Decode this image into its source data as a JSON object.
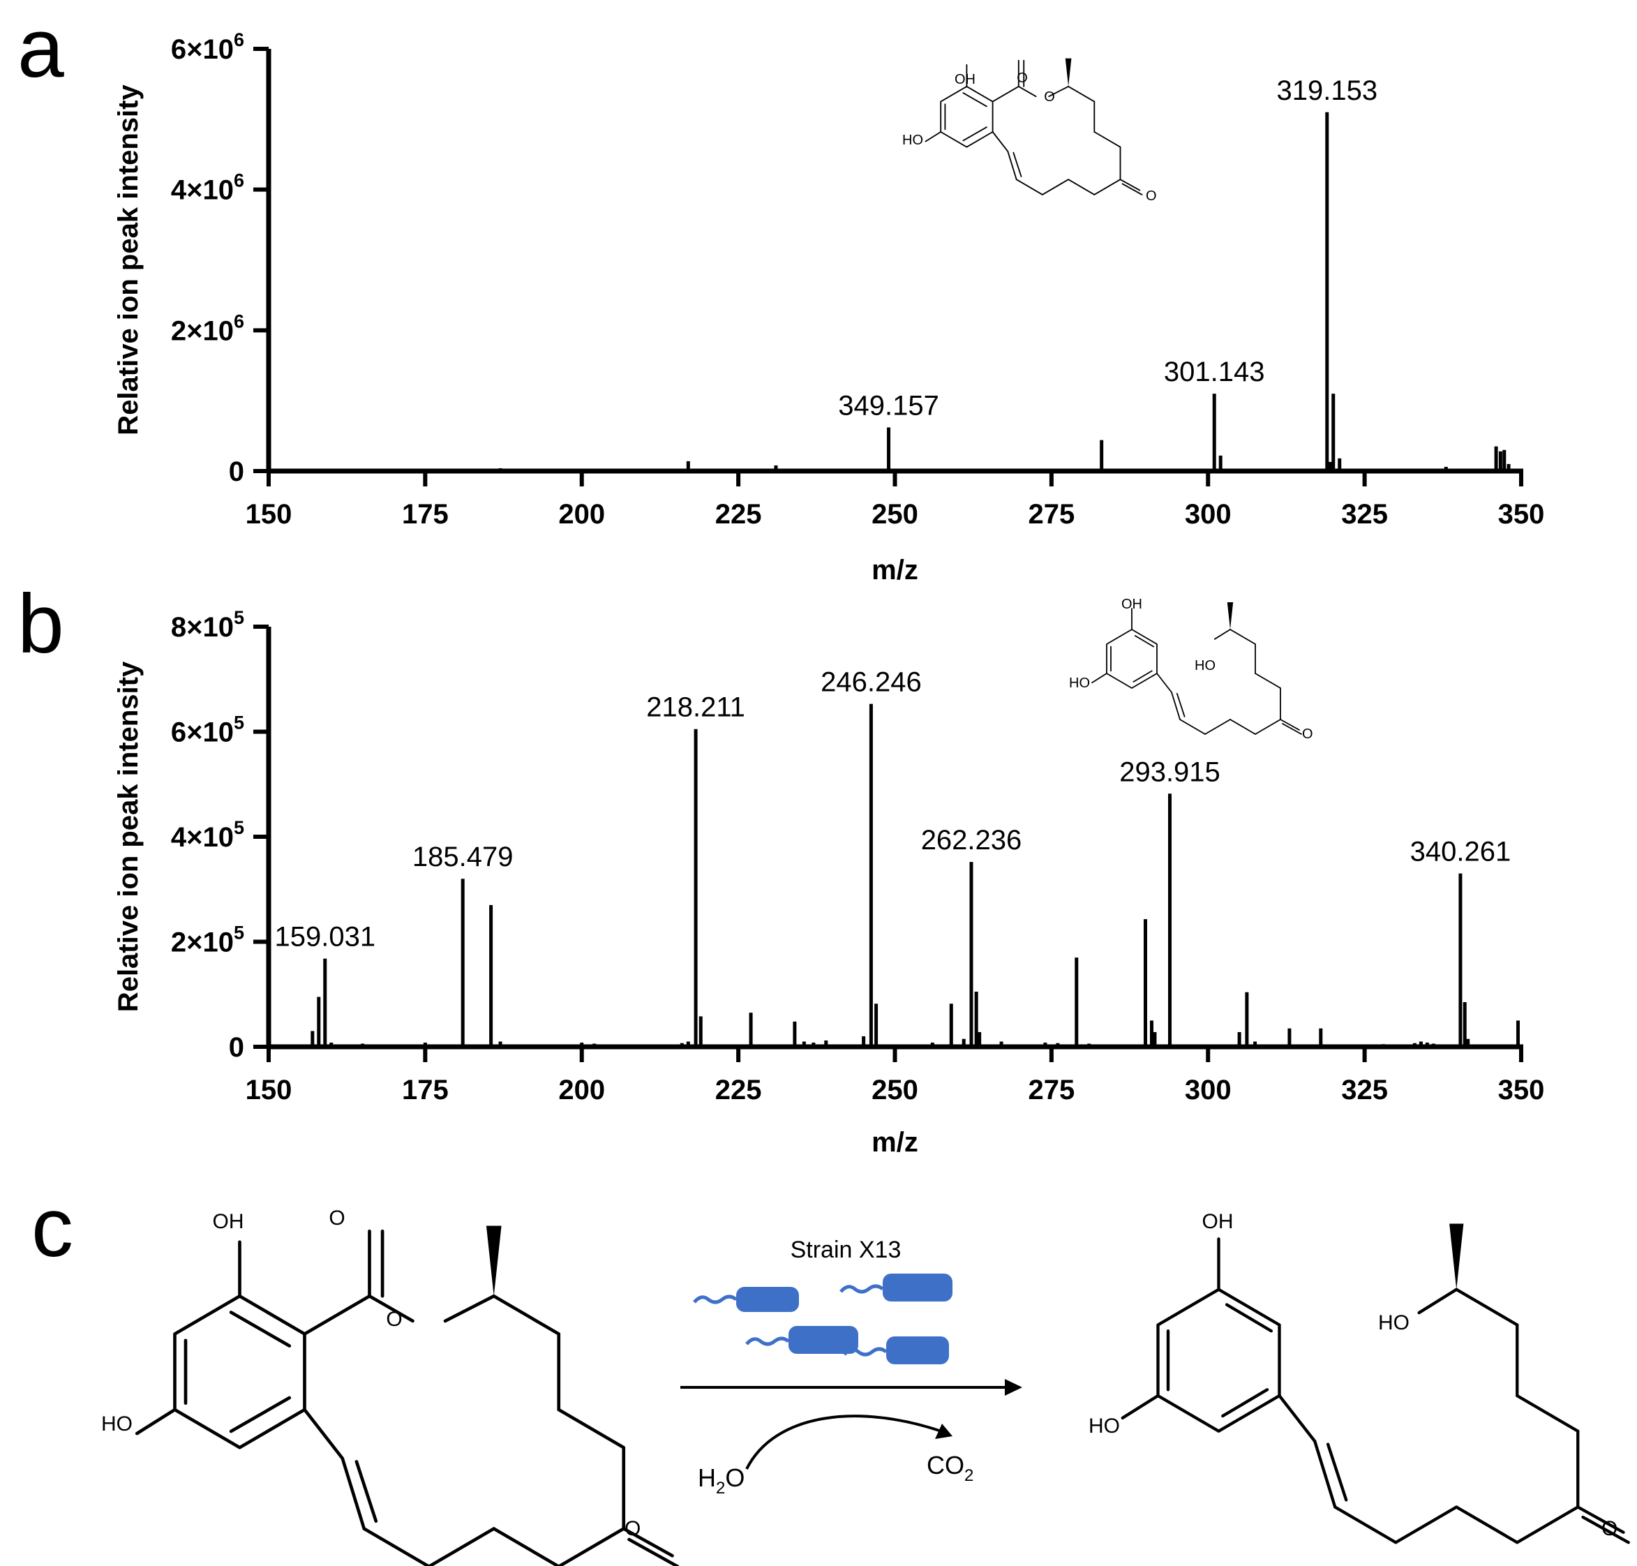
{
  "panels": {
    "a": "a",
    "b": "b",
    "c": "c"
  },
  "chart_data": [
    {
      "type": "bar",
      "panel": "a",
      "xlabel": "m/z",
      "ylabel": "Relative ion peak intensity",
      "xlim": [
        150,
        350
      ],
      "ylim": [
        0,
        6000000
      ],
      "x_ticks": [
        "150",
        "175",
        "200",
        "225",
        "250",
        "275",
        "300",
        "325",
        "350"
      ],
      "y_ticks": [
        {
          "value": 0,
          "base": "0",
          "exp": ""
        },
        {
          "value": 2000000,
          "base": "2×10",
          "exp": "6"
        },
        {
          "value": 4000000,
          "base": "4×10",
          "exp": "6"
        },
        {
          "value": 6000000,
          "base": "6×10",
          "exp": "6"
        }
      ],
      "peaks": [
        {
          "mz": 173.2,
          "v": 20000
        },
        {
          "mz": 187.0,
          "v": 40000
        },
        {
          "mz": 197.0,
          "v": 30000
        },
        {
          "mz": 208.0,
          "v": 30000
        },
        {
          "mz": 217.0,
          "v": 140000
        },
        {
          "mz": 227.5,
          "v": 15000
        },
        {
          "mz": 229.0,
          "v": 20000
        },
        {
          "mz": 231.0,
          "v": 80000
        },
        {
          "mz": 249.0,
          "v": 620000
        },
        {
          "mz": 250.0,
          "v": 30000
        },
        {
          "mz": 265.0,
          "v": 30000
        },
        {
          "mz": 283.0,
          "v": 440000
        },
        {
          "mz": 301.0,
          "v": 1100000
        },
        {
          "mz": 302.0,
          "v": 220000
        },
        {
          "mz": 319.0,
          "v": 5100000
        },
        {
          "mz": 319.5,
          "v": 130000
        },
        {
          "mz": 320.0,
          "v": 1100000
        },
        {
          "mz": 321.0,
          "v": 180000
        },
        {
          "mz": 338.0,
          "v": 60000
        },
        {
          "mz": 346.0,
          "v": 350000
        },
        {
          "mz": 346.7,
          "v": 280000
        },
        {
          "mz": 347.3,
          "v": 300000
        },
        {
          "mz": 348.0,
          "v": 100000
        }
      ],
      "annotations": [
        {
          "label": "349.157",
          "mz": 249.0,
          "v": 620000
        },
        {
          "label": "301.143",
          "mz": 301.0,
          "v": 1100000
        },
        {
          "label": "319.153",
          "mz": 319.0,
          "v": 5100000
        }
      ]
    },
    {
      "type": "bar",
      "panel": "b",
      "xlabel": "m/z",
      "ylabel": "Relative ion peak intensity",
      "xlim": [
        150,
        350
      ],
      "ylim": [
        0,
        800000
      ],
      "x_ticks": [
        "150",
        "175",
        "200",
        "225",
        "250",
        "275",
        "300",
        "325",
        "350"
      ],
      "y_ticks": [
        {
          "value": 0,
          "base": "0",
          "exp": ""
        },
        {
          "value": 200000,
          "base": "2×10",
          "exp": "5"
        },
        {
          "value": 400000,
          "base": "4×10",
          "exp": "5"
        },
        {
          "value": 600000,
          "base": "6×10",
          "exp": "5"
        },
        {
          "value": 800000,
          "base": "8×10",
          "exp": "5"
        }
      ],
      "peaks": [
        {
          "mz": 157.0,
          "v": 30000
        },
        {
          "mz": 158.0,
          "v": 95000
        },
        {
          "mz": 159.0,
          "v": 168000
        },
        {
          "mz": 160.0,
          "v": 8000
        },
        {
          "mz": 165.0,
          "v": 6000
        },
        {
          "mz": 175.0,
          "v": 8000
        },
        {
          "mz": 181.0,
          "v": 320000
        },
        {
          "mz": 185.5,
          "v": 270000
        },
        {
          "mz": 187.0,
          "v": 10000
        },
        {
          "mz": 200.0,
          "v": 8000
        },
        {
          "mz": 202.0,
          "v": 6000
        },
        {
          "mz": 216.0,
          "v": 7000
        },
        {
          "mz": 217.0,
          "v": 10000
        },
        {
          "mz": 218.2,
          "v": 605000
        },
        {
          "mz": 219.0,
          "v": 58000
        },
        {
          "mz": 227.0,
          "v": 65000
        },
        {
          "mz": 234.0,
          "v": 48000
        },
        {
          "mz": 235.5,
          "v": 10000
        },
        {
          "mz": 237.0,
          "v": 8000
        },
        {
          "mz": 239.0,
          "v": 12000
        },
        {
          "mz": 245.0,
          "v": 20000
        },
        {
          "mz": 246.2,
          "v": 653000
        },
        {
          "mz": 247.0,
          "v": 82000
        },
        {
          "mz": 256.0,
          "v": 8000
        },
        {
          "mz": 259.0,
          "v": 82000
        },
        {
          "mz": 261.0,
          "v": 15000
        },
        {
          "mz": 262.2,
          "v": 352000
        },
        {
          "mz": 263.0,
          "v": 105000
        },
        {
          "mz": 263.5,
          "v": 28000
        },
        {
          "mz": 267.0,
          "v": 10000
        },
        {
          "mz": 274.0,
          "v": 8000
        },
        {
          "mz": 276.0,
          "v": 7000
        },
        {
          "mz": 279.0,
          "v": 170000
        },
        {
          "mz": 281.0,
          "v": 6000
        },
        {
          "mz": 290.0,
          "v": 243000
        },
        {
          "mz": 291.0,
          "v": 50000
        },
        {
          "mz": 291.5,
          "v": 28000
        },
        {
          "mz": 293.9,
          "v": 482000
        },
        {
          "mz": 305.0,
          "v": 28000
        },
        {
          "mz": 306.2,
          "v": 104000
        },
        {
          "mz": 307.5,
          "v": 10000
        },
        {
          "mz": 313.0,
          "v": 35000
        },
        {
          "mz": 318.0,
          "v": 35000
        },
        {
          "mz": 328.0,
          "v": 5000
        },
        {
          "mz": 333.0,
          "v": 7000
        },
        {
          "mz": 334.0,
          "v": 10000
        },
        {
          "mz": 335.0,
          "v": 8000
        },
        {
          "mz": 336.0,
          "v": 6000
        },
        {
          "mz": 340.3,
          "v": 330000
        },
        {
          "mz": 341.0,
          "v": 85000
        },
        {
          "mz": 341.5,
          "v": 15000
        },
        {
          "mz": 349.5,
          "v": 50000
        }
      ],
      "annotations": [
        {
          "label": "159.031",
          "mz": 159.0,
          "v": 168000
        },
        {
          "label": "185.479",
          "mz": 181.0,
          "v": 320000
        },
        {
          "label": "218.211",
          "mz": 218.2,
          "v": 605000
        },
        {
          "label": "246.246",
          "mz": 246.2,
          "v": 653000
        },
        {
          "label": "262.236",
          "mz": 262.2,
          "v": 352000
        },
        {
          "label": "293.915",
          "mz": 293.9,
          "v": 482000
        },
        {
          "label": "340.261",
          "mz": 340.3,
          "v": 330000
        }
      ]
    }
  ],
  "structures": {
    "zen_small": {
      "oh_top": "OH",
      "carbonyl_o": "O",
      "ring_o": "O",
      "ho_left": "HO",
      "ketone_o": "O"
    },
    "product_small": {
      "oh_top": "OH",
      "ho_side": "HO",
      "ho_left": "HO",
      "ketone_o": "O"
    },
    "zen_large": {
      "oh_top": "OH",
      "carbonyl_o": "O",
      "ring_o": "O",
      "ho_left": "HO",
      "ketone_o": "O"
    },
    "product_large": {
      "oh_top": "OH",
      "ho_side": "HO",
      "ho_left": "HO",
      "ketone_o": "O"
    }
  },
  "reaction": {
    "strain": "Strain X13",
    "reactant_h": "H",
    "reactant_sub": "2",
    "reactant_o": "O",
    "product_co": "CO",
    "product_sub": "2",
    "bacteria_color": "#3f70c8"
  }
}
